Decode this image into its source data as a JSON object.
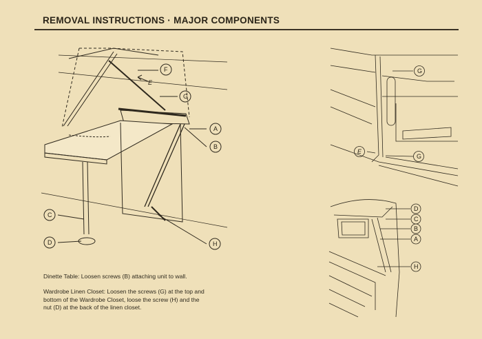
{
  "header": {
    "title": "REMOVAL INSTRUCTIONS · MAJOR COMPONENTS"
  },
  "captions": [
    "Dinette Table: Loosen screws (B) attaching unit to wall.",
    "Wardrobe Linen Closet: Loosen the screws (G) at the top and bottom of the Wardrobe Closet, loose the screw (H) and the nut (D) at the back of the linen closet."
  ],
  "diagram_left": {
    "labels": [
      "F",
      "E",
      "G",
      "A",
      "B",
      "C",
      "D",
      "H"
    ]
  },
  "diagram_top_right": {
    "labels": [
      "G",
      "E",
      "G"
    ]
  },
  "diagram_bottom_right": {
    "labels": [
      "D",
      "C",
      "B",
      "A",
      "H"
    ]
  }
}
